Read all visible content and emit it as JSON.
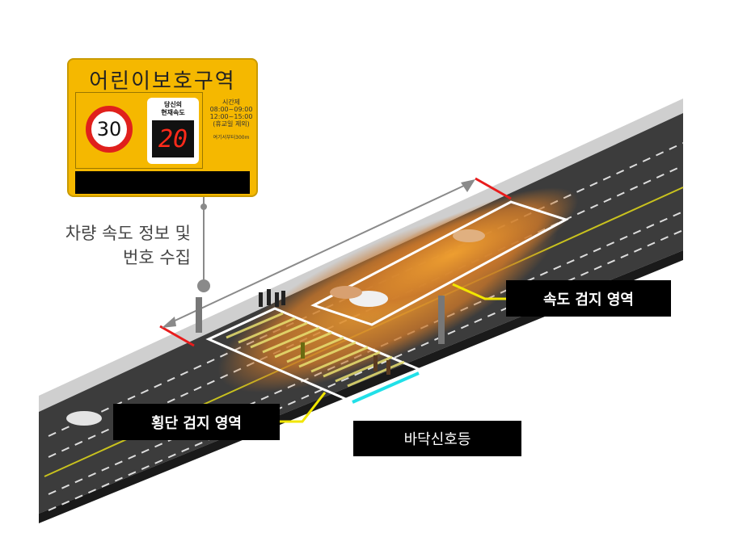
{
  "sign": {
    "title": "어린이보호구역",
    "speed_limit": "30",
    "speed_panel_label_line1": "당신의",
    "speed_panel_label_line2": "현재속도",
    "current_speed": "20",
    "time_label": "시간제",
    "time_1": "08:00~09:00",
    "time_2": "12:00~15:00",
    "time_note": "(휴교일 제외)",
    "distance": "여기서부터300m",
    "colors": {
      "background": "#f5b800",
      "limit_ring": "#e0201c",
      "display_digits": "#ff2a1a"
    }
  },
  "annotations": {
    "collect_line1": "차량 속도 정보 및",
    "collect_line2": "번호 수집",
    "speed_zone": "속도 검지 영역",
    "crossing_zone": "횡단 검지 영역",
    "floor_signal": "바닥신호등"
  },
  "colors": {
    "road": "#3c3c3c",
    "zone_glow": "#c8762a",
    "zone_outline": "#ffffff",
    "leader_line": "#f2e600",
    "floor_light": "#21e0e8",
    "boundary": "#e81c1c",
    "arrow": "#8a8a8a"
  }
}
